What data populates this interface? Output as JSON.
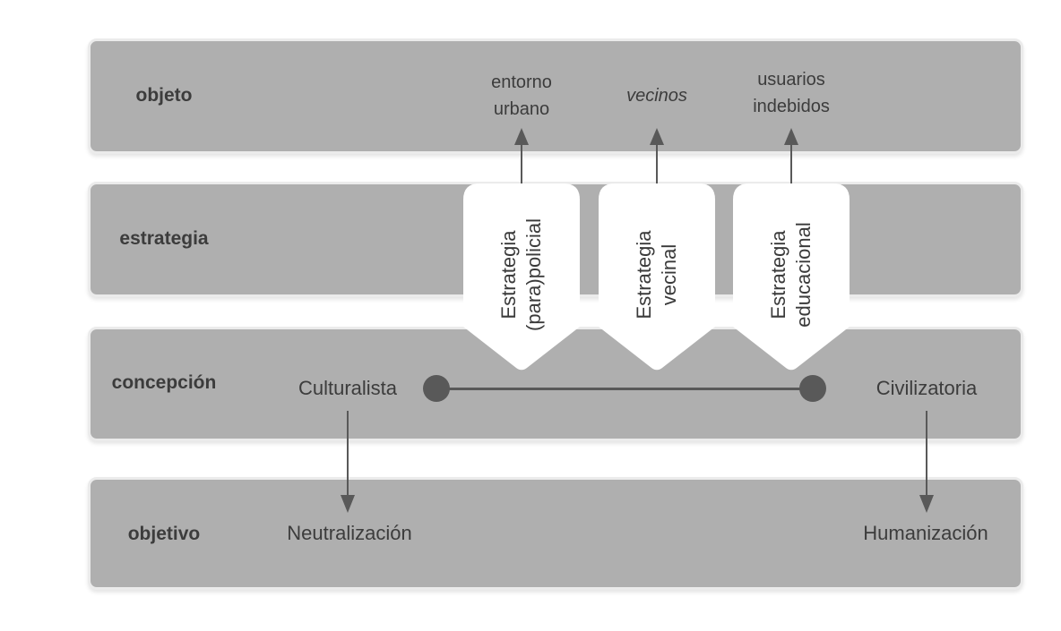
{
  "diagram": {
    "rows": [
      {
        "label": "objeto"
      },
      {
        "label": "estrategia"
      },
      {
        "label": "concepción"
      },
      {
        "label": "objetivo"
      }
    ],
    "objects": [
      {
        "line1": "entorno",
        "line2": "urbano"
      },
      {
        "line1": "vecinos"
      },
      {
        "line1": "usuarios",
        "line2": "indebidos"
      }
    ],
    "strategies": [
      {
        "line1": "Estrategia",
        "line2": "(para)policial"
      },
      {
        "line1": "Estrategia",
        "line2": "vecinal"
      },
      {
        "line1": "Estrategia",
        "line2": "educacional"
      }
    ],
    "conception": {
      "left_label": "Culturalista",
      "right_label": "Civilizatoria"
    },
    "objective": {
      "left_label": "Neutralización",
      "right_label": "Humanización"
    },
    "colors": {
      "band_fill": "#afafaf",
      "band_border": "#ebebeb",
      "text": "#3c3c3c",
      "connector": "#595959",
      "shape_fill": "#ffffff"
    }
  }
}
